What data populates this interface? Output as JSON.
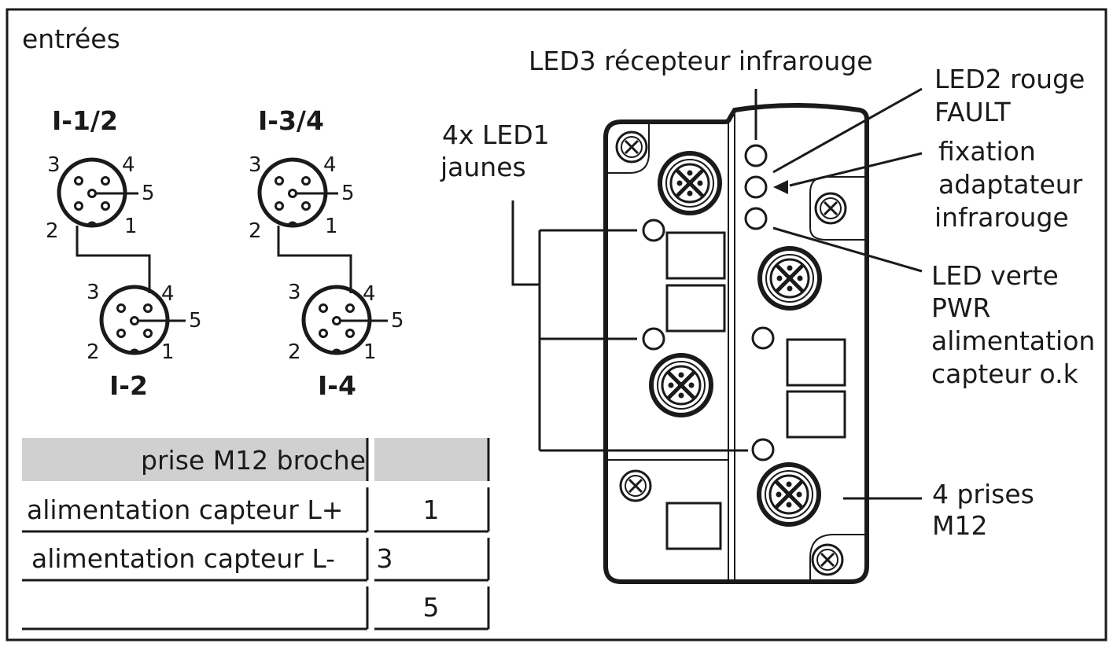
{
  "inputs_title": "entrées",
  "connectors": {
    "i12": "I-1/2",
    "i2": "I-2",
    "i34": "I-3/4",
    "i4": "I-4",
    "pins": [
      "1",
      "2",
      "3",
      "4",
      "5"
    ]
  },
  "callouts": {
    "led3": "LED3 récepteur infrarouge",
    "led2_line1": "LED2 rouge",
    "led2_line2": "FAULT",
    "fix_line1": "fixation",
    "fix_line2": "adaptateur",
    "fix_line3": "infrarouge",
    "led1_line1": "4x LED1",
    "led1_line2": "jaunes",
    "pwr_line1": "LED verte",
    "pwr_line2": "PWR",
    "pwr_line3": "alimentation",
    "pwr_line4": "capteur o.k",
    "m12_line1": "4 prises",
    "m12_line2": "M12"
  },
  "table": {
    "header": "prise M12 broche",
    "rows": [
      {
        "label": "alimentation capteur L+",
        "pin": "1"
      },
      {
        "label": "alimentation capteur L-",
        "pin": "3"
      },
      {
        "label": "",
        "pin": "5"
      }
    ]
  },
  "colors": {
    "ink": "#1a1a1a",
    "header_fill": "#d0d0d0",
    "paper": "#ffffff"
  }
}
